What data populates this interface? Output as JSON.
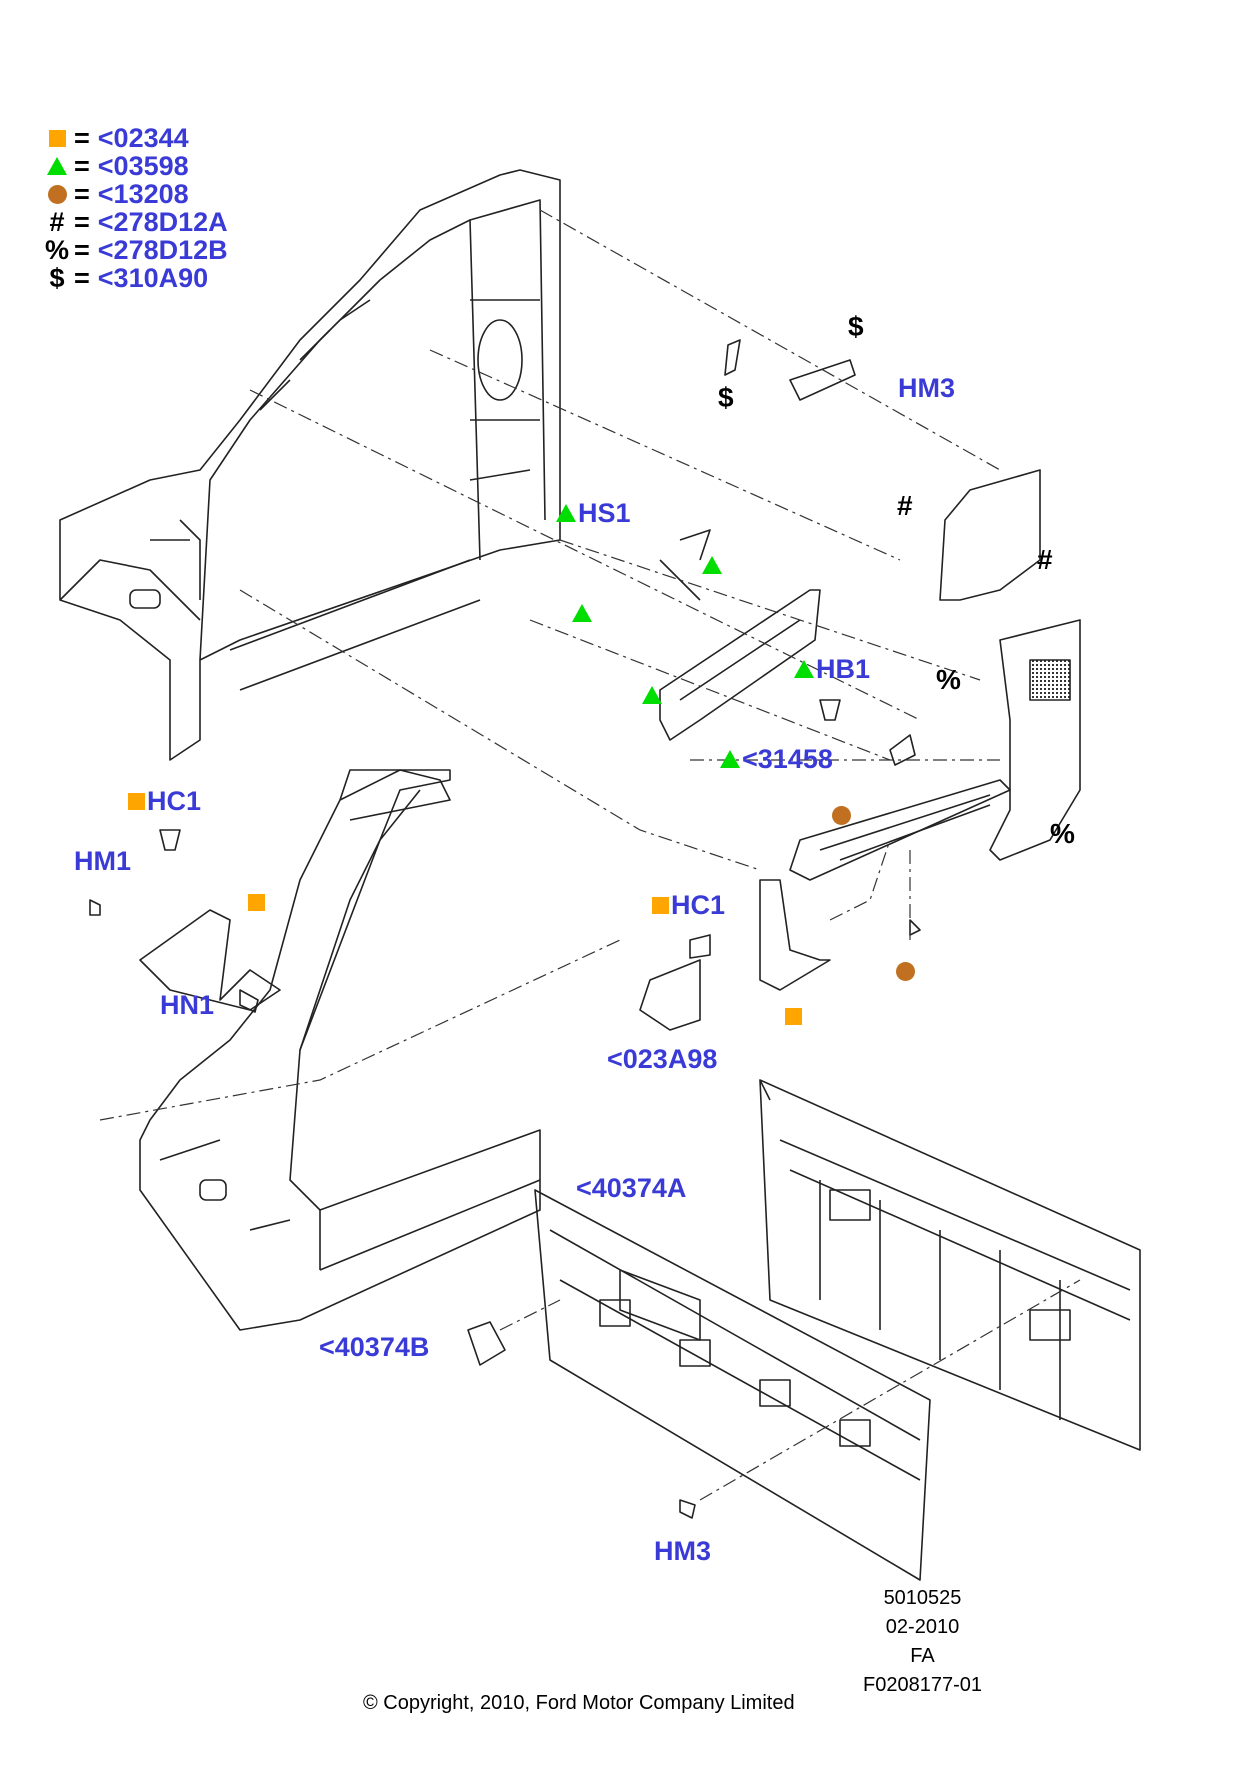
{
  "legend": [
    {
      "symbol": "square",
      "color": "#ffa500",
      "eq": "=",
      "code": "<02344"
    },
    {
      "symbol": "triangle",
      "color": "#00dd00",
      "eq": "=",
      "code": "<03598"
    },
    {
      "symbol": "dot",
      "color": "#c07020",
      "eq": "=",
      "code": "<13208"
    },
    {
      "symbol": "char",
      "char": "#",
      "eq": "=",
      "code": "<278D12A"
    },
    {
      "symbol": "char",
      "char": "%",
      "eq": "=",
      "code": "<278D12B"
    },
    {
      "symbol": "char",
      "char": "$",
      "eq": "=",
      "code": "<310A90"
    }
  ],
  "callouts": {
    "hm3_top": "HM3",
    "hs1": "HS1",
    "hb1": "HB1",
    "p31458": "<31458",
    "hc1_left": "HC1",
    "hm1": "HM1",
    "hn1": "HN1",
    "hc1_right": "HC1",
    "p023a98": "<023A98",
    "p40374a": "<40374A",
    "p40374b": "<40374B",
    "hm3_bottom": "HM3"
  },
  "marks": {
    "dollar": "$",
    "hash": "#",
    "percent": "%"
  },
  "meta": {
    "number": "5010525",
    "date": "02-2010",
    "code": "FA",
    "ref": "F0208177-01"
  },
  "copyright": "© Copyright, 2010, Ford Motor Company Limited",
  "colors": {
    "label": "#3a3ad6",
    "square": "#ffa500",
    "triangle": "#00dd00",
    "dot": "#c07020"
  }
}
